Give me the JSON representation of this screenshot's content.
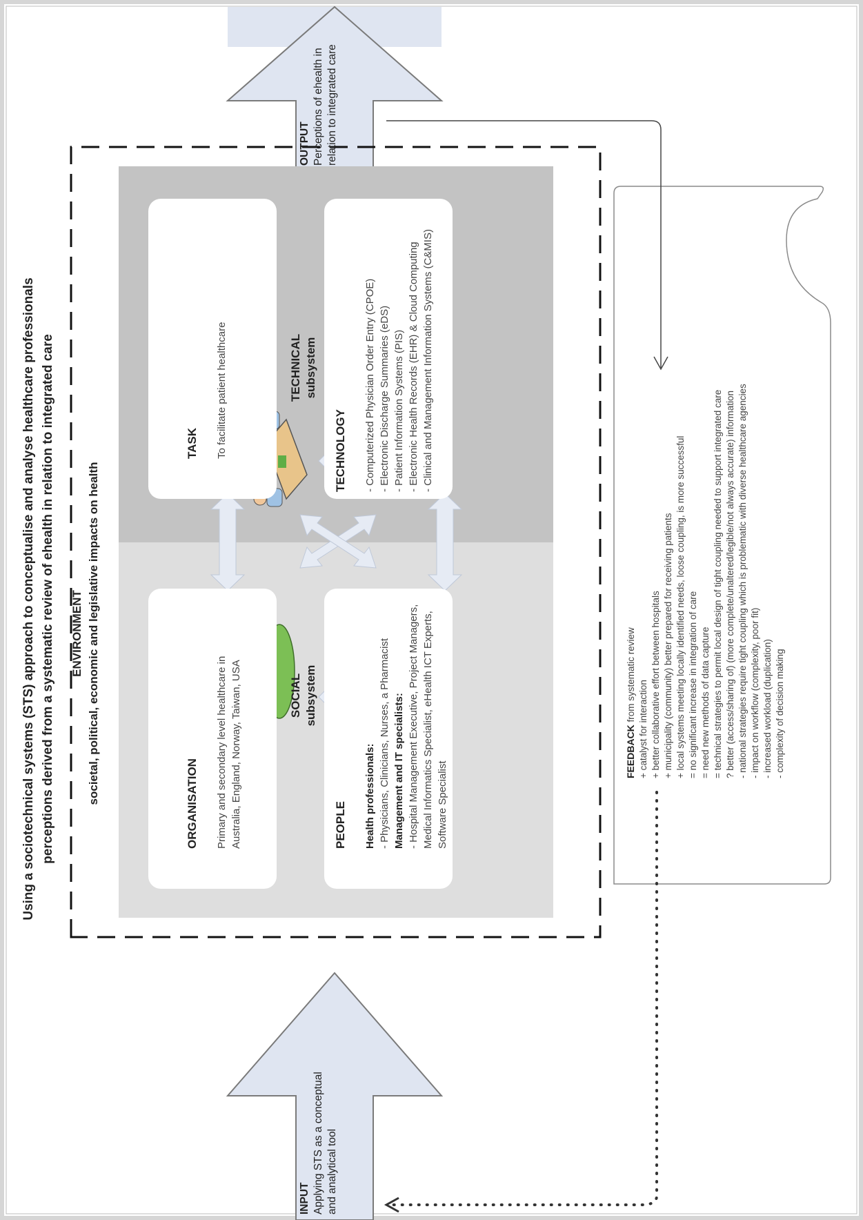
{
  "title_line1": "Using a sociotechnical systems (STS) approach to conceptualise and analyse healthcare professionals",
  "title_line2": "perceptions derived from a systematic review of ehealth in relation to integrated care",
  "environment": {
    "label": "ENVIRONMENT",
    "description": "societal, political, economic and legislative impacts on health"
  },
  "organisation": {
    "heading": "ORGANISATION",
    "body": "Primary and secondary level healthcare in Australia, England, Norway, Taiwan, USA"
  },
  "task": {
    "heading": "TASK",
    "body": "To facilitate patient healthcare"
  },
  "people": {
    "heading": "PEOPLE",
    "group1_title": "Health professionals:",
    "group1_item": "- Physicians, Clinicians, Nurses, a Pharmacist",
    "group2_title": "Management and IT specialists:",
    "group2_item": "- Hospital Management Executive, Project Managers, Medical Informatics Specialist, eHealth ICT Experts, Software Specialist"
  },
  "technology": {
    "heading": "TECHNOLOGY",
    "items": [
      "- Computerized Physician Order Entry (CPOE)",
      "- Electronic Discharge Summaries (eDS)",
      "- Patient Information Systems (PIS)",
      "- Electronic Health Records (EHR) & Cloud Computing",
      "- Clinical and Management Information Systems (C&MIS)"
    ]
  },
  "social_subsystem": {
    "line1": "SOCIAL",
    "line2": "subsystem"
  },
  "technical_subsystem": {
    "line1": "TECHNICAL",
    "line2": "subsystem"
  },
  "input": {
    "heading": "INPUT",
    "line1": "Applying STS as a conceptual",
    "line2": "and analytical tool"
  },
  "output": {
    "heading": "OUTPUT",
    "line1": "Perceptions of ehealth in",
    "line2": "relation to integrated care"
  },
  "feedback": {
    "heading": "FEEDBACK",
    "heading_rest": " from systematic review",
    "items": [
      "+ catalyst for interaction",
      "+ better collaborative effort between hospitals",
      "+ municipality (community) better prepared for receiving patients",
      "+ local systems meeting locally identified needs, loose coupling, is more successful",
      "= no significant increase in integration of care",
      "= need new methods of data capture",
      "= technical strategies to permit local design of tight coupling needed to support integrated care",
      "? better (access/sharing of) (more complete/unaltered/legible/not always accurate) information",
      "- national strategies require tight coupling which is problematic with diverse healthcare agencies",
      "- impact on workflow (complexity, poor fit)",
      "- increased workload (duplication)",
      "- complexity of decision making"
    ]
  },
  "colors": {
    "grey_dark": "#c3c3c3",
    "grey_light": "#dedede",
    "arrow_fill": "#dfe5f1",
    "arrow_stroke": "#7a7a7a",
    "connector": "#e6ebf4"
  }
}
